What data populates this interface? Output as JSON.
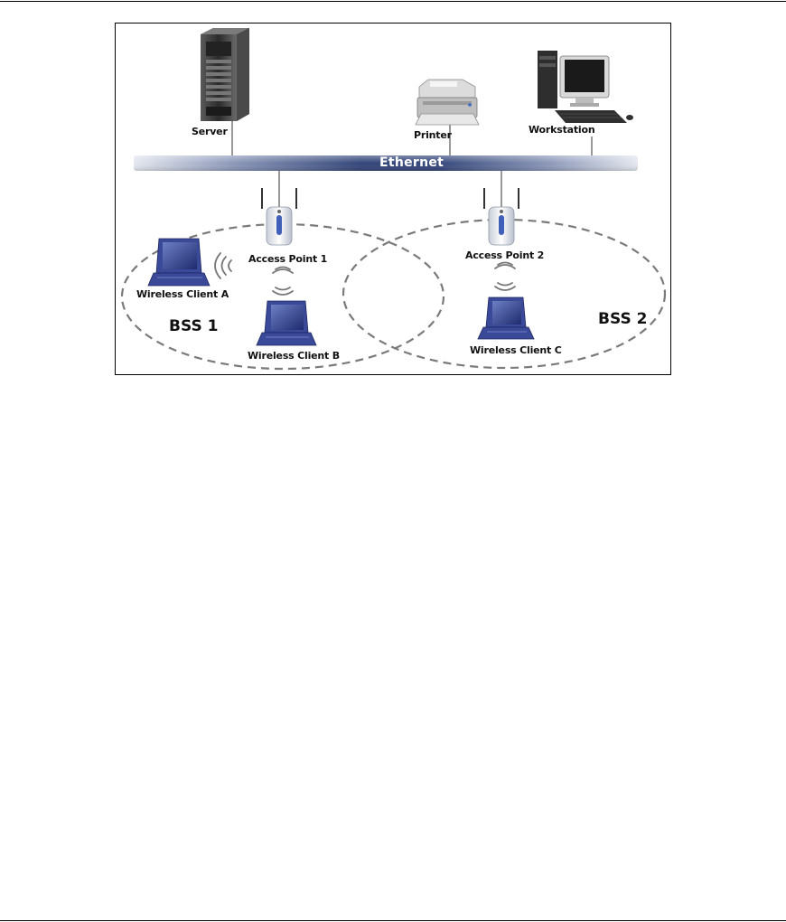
{
  "diagram": {
    "network_label": "Ethernet",
    "devices": {
      "server": "Server",
      "printer": "Printer",
      "workstation": "Workstation",
      "access_point_1": "Access Point 1",
      "access_point_2": "Access Point 2",
      "wireless_client_a": "Wireless Client A",
      "wireless_client_b": "Wireless Client B",
      "wireless_client_c": "Wireless Client C"
    },
    "bss": {
      "bss1": "BSS 1",
      "bss2": "BSS 2"
    },
    "icons": [
      "server-icon",
      "printer-icon",
      "workstation-icon",
      "access-point-icon",
      "laptop-icon",
      "wireless-signal-icon"
    ],
    "colors": {
      "ethernet_bar_dark": "#3b4f82",
      "ethernet_bar_light": "#dfe3ee",
      "laptop_blue": "#2f3f8f",
      "bss_outline": "#7a7a7a"
    }
  }
}
